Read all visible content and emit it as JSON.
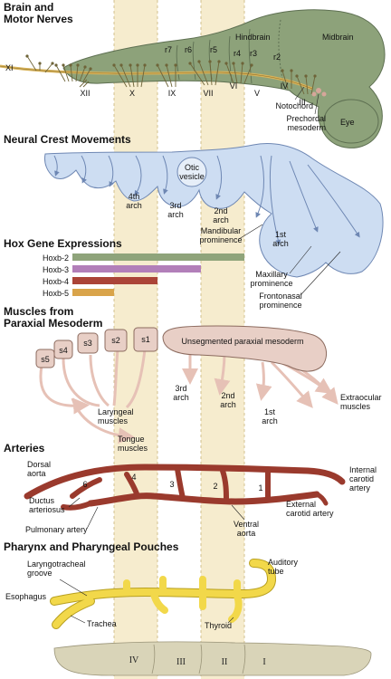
{
  "colors": {
    "band": "#f6ecce",
    "band_line": "#c8b47a",
    "brain_fill": "#8da27a",
    "brain_stroke": "#5e7052",
    "nerve": "#6e6438",
    "neural_crest_fill": "#cdddf2",
    "neural_crest_stroke": "#6e87b3",
    "hoxb2": "#8fa47b",
    "hoxb3": "#b27fb9",
    "hoxb4": "#ab4438",
    "hoxb5": "#d9a44a",
    "muscle_fill": "#e8cfc6",
    "muscle_stroke": "#8c6b5f",
    "artery": "#9a3a2d",
    "pharynx": "#f2d84a",
    "pharynx_stroke": "#b8a020",
    "tissue": "#d9d4b8"
  },
  "sections": {
    "brain": {
      "heading": [
        "Brain and",
        "Motor Nerves"
      ],
      "hindbrain": "Hindbrain",
      "midbrain": "Midbrain",
      "rhombomeres": [
        "r7",
        "r6",
        "r5",
        "r4",
        "r3",
        "r2"
      ],
      "nerves": [
        "XI",
        "XII",
        "X",
        "IX",
        "VII",
        "VI",
        "V",
        "IV",
        "III"
      ],
      "notochord": "Notochord",
      "prechordal": [
        "Prechordal",
        "mesoderm"
      ],
      "eye": "Eye"
    },
    "neural_crest": {
      "heading": "Neural Crest Movements",
      "otic": [
        "Otic",
        "vesicle"
      ],
      "arch4": [
        "4th",
        "arch"
      ],
      "arch3": [
        "3rd",
        "arch"
      ],
      "arch2": [
        "2nd",
        "arch"
      ],
      "arch1": [
        "1st",
        "arch"
      ],
      "mandibular": [
        "Mandibular",
        "prominence"
      ],
      "maxillary": [
        "Maxillary",
        "prominence"
      ],
      "frontonasal": [
        "Frontonasal",
        "prominence"
      ]
    },
    "hox": {
      "heading": "Hox Gene Expressions",
      "genes": [
        "Hoxb-2",
        "Hoxb-3",
        "Hoxb-4",
        "Hoxb-5"
      ]
    },
    "muscles": {
      "heading": [
        "Muscles from",
        "Paraxial Mesoderm"
      ],
      "somites": [
        "s5",
        "s4",
        "s3",
        "s2",
        "s1"
      ],
      "unsegmented": "Unsegmented paraxial mesoderm",
      "arch3": [
        "3rd",
        "arch"
      ],
      "arch2": [
        "2nd",
        "arch"
      ],
      "arch1": [
        "1st",
        "arch"
      ],
      "laryngeal": [
        "Laryngeal",
        "muscles"
      ],
      "tongue": [
        "Tongue",
        "muscles"
      ],
      "extraocular": [
        "Extraocular",
        "muscles"
      ]
    },
    "arteries": {
      "heading": "Arteries",
      "dorsal": [
        "Dorsal",
        "aorta"
      ],
      "ductus": [
        "Ductus",
        "arteriosus"
      ],
      "pulmonary": "Pulmonary artery",
      "arch_numbers": [
        "6",
        "4",
        "3",
        "2",
        "1"
      ],
      "ventral": [
        "Ventral",
        "aorta"
      ],
      "internal": [
        "Internal",
        "carotid",
        "artery"
      ],
      "external": [
        "External",
        "carotid artery"
      ]
    },
    "pharynx": {
      "heading": "Pharynx and Pharyngeal Pouches",
      "laryngotracheal": [
        "Laryngotracheal",
        "groove"
      ],
      "esophagus": "Esophagus",
      "trachea": "Trachea",
      "thyroid": "Thyroid",
      "auditory": [
        "Auditory",
        "tube"
      ],
      "pouches": [
        "IV",
        "III",
        "II",
        "I"
      ]
    }
  }
}
